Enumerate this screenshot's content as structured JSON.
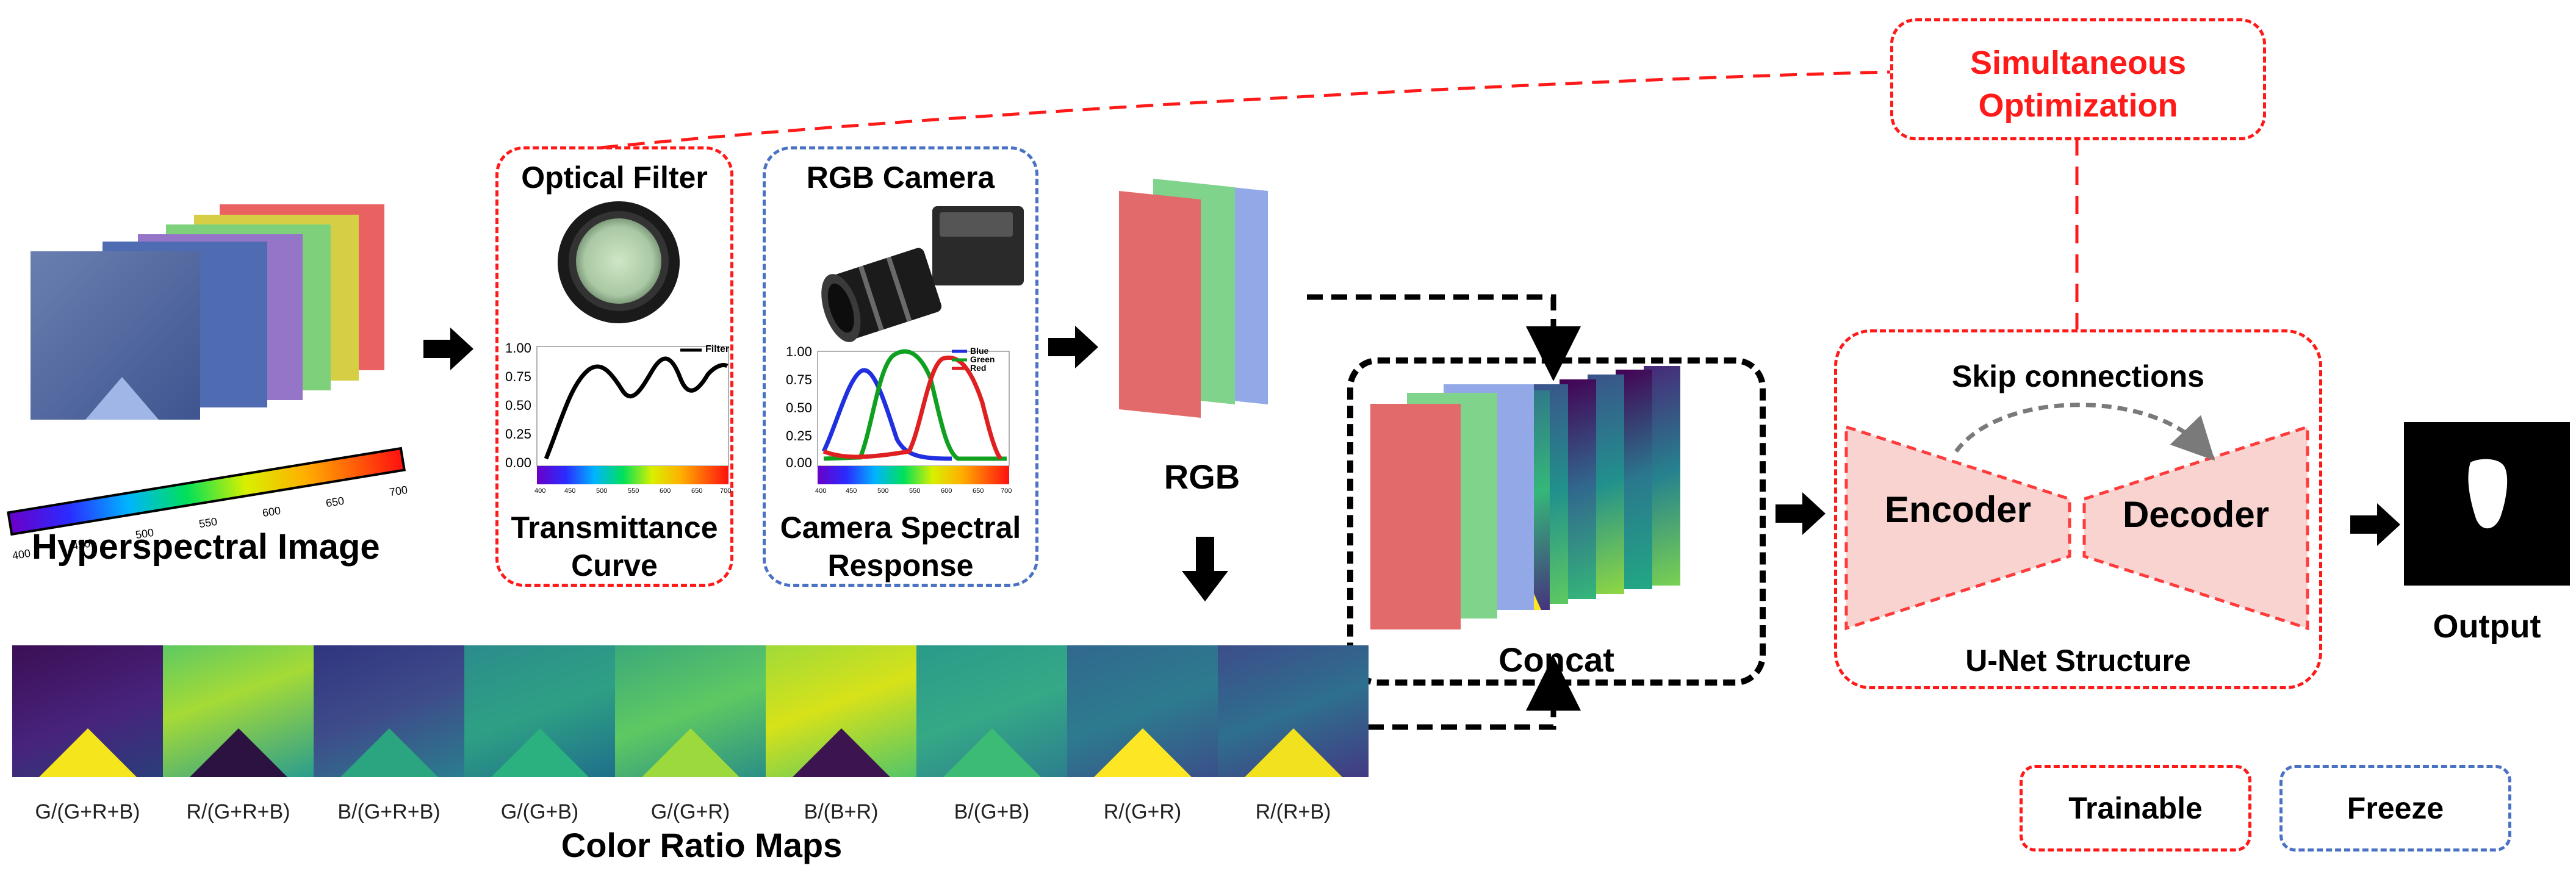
{
  "diagram": {
    "hyperspectral_label": "Hyperspectral Image",
    "wavelength_ticks": [
      "400",
      "450",
      "500",
      "550",
      "600",
      "650",
      "700"
    ],
    "optical_filter": {
      "title": "Optical Filter",
      "curve_label_line1": "Transmittance",
      "curve_label_line2": "Curve",
      "legend": "Filter",
      "yticks": [
        "1.00",
        "0.75",
        "0.50",
        "0.25",
        "0.00"
      ],
      "xticks": [
        "400",
        "450",
        "500",
        "550",
        "600",
        "650",
        "700"
      ]
    },
    "rgb_camera": {
      "title": "RGB Camera",
      "curve_label_line1": "Camera Spectral",
      "curve_label_line2": "Response",
      "legend": [
        "Blue",
        "Green",
        "Red"
      ],
      "yticks": [
        "1.00",
        "0.75",
        "0.50",
        "0.25",
        "0.00"
      ],
      "xticks": [
        "400",
        "450",
        "500",
        "550",
        "600",
        "650",
        "700"
      ]
    },
    "rgb_label": "RGB",
    "concat_label": "Concat",
    "color_ratio_title": "Color Ratio Maps",
    "color_ratio_labels": [
      "G/(G+R+B)",
      "R/(G+R+B)",
      "B/(G+R+B)",
      "G/(G+B)",
      "G/(G+R)",
      "B/(B+R)",
      "B/(G+B)",
      "R/(G+R)",
      "R/(R+B)"
    ],
    "simultaneous_line1": "Simultaneous",
    "simultaneous_line2": "Optimization",
    "skip_connections": "Skip connections",
    "encoder": "Encoder",
    "decoder": "Decoder",
    "unet_label": "U-Net Structure",
    "output_label": "Output",
    "legend_trainable": "Trainable",
    "legend_freeze": "Freeze"
  },
  "colors": {
    "trainable": "#ff1a1a",
    "freeze": "#4a72c4",
    "black": "#000000",
    "unet_fill": "#f8d3d0",
    "unet_stroke": "#ff3b3b",
    "skip_arrow": "#7a7a7a"
  }
}
